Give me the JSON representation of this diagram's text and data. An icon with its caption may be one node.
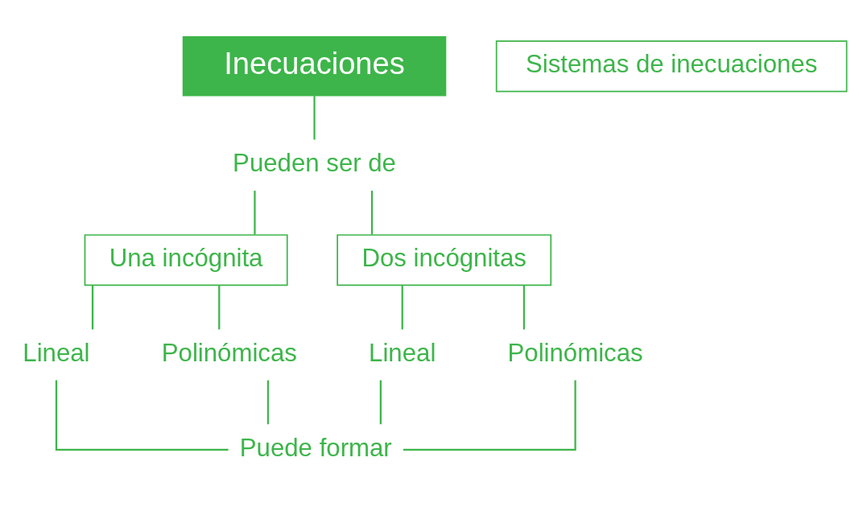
{
  "diagram": {
    "nodes": [
      {
        "text": [
          "Inecuaciones"
        ]
      },
      {
        "text": [
          "Pueden ser de"
        ]
      },
      {
        "text": [
          "Una incógnita"
        ]
      },
      {
        "text": [
          "Dos incógnitas"
        ]
      },
      {
        "text": [
          "Lineal"
        ]
      },
      {
        "text": [
          "Polinómicas"
        ]
      },
      {
        "text": [
          "Lineal"
        ]
      },
      {
        "text": [
          "Polinómicas"
        ]
      },
      {
        "text": [
          "Puede formar"
        ]
      },
      {
        "text": [
          "Sistemas de inecuaciones"
        ]
      }
    ],
    "edges": [
      {
        "from": 0,
        "to": 1,
        "arrow": "none"
      },
      {
        "from": 1,
        "to": 2,
        "arrow": "none"
      },
      {
        "from": 1,
        "to": 3,
        "arrow": "none"
      },
      {
        "from": 2,
        "to": 4,
        "arrow": "none"
      },
      {
        "from": 2,
        "to": 5,
        "arrow": "none"
      },
      {
        "from": 3,
        "to": 6,
        "arrow": "none"
      },
      {
        "from": 3,
        "to": 7,
        "arrow": "none"
      },
      {
        "from": 4,
        "to": 8,
        "arrow": "none"
      },
      {
        "from": 5,
        "to": 8,
        "arrow": "none"
      },
      {
        "from": 6,
        "to": 8,
        "arrow": "none"
      },
      {
        "from": 7,
        "to": 8,
        "arrow": "none"
      }
    ]
  }
}
